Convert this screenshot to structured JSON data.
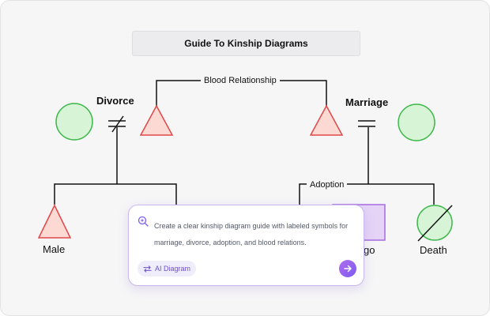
{
  "title": "Guide To Kinship Diagrams",
  "labels": {
    "divorce": "Divorce",
    "marriage": "Marriage",
    "blood_relationship": "Blood Relationship",
    "adoption": "Adoption",
    "male": "Male",
    "go_partial": "go",
    "death": "Death"
  },
  "prompt": {
    "text": "Create a clear kinship diagram guide with labeled symbols for marriage, divorce, adoption, and blood relations.",
    "ai_button": "AI Diagram",
    "icons": {
      "prompt": "sparkle-search-icon",
      "ai_button": "swap-arrows-icon",
      "send": "arrow-right-icon"
    }
  },
  "colors": {
    "male_fill": "#fcd9d2",
    "male_stroke": "#e0484a",
    "female_fill": "#d7f5d6",
    "female_stroke": "#3fb84c",
    "adopted_fill": "#e6d4f7",
    "adopted_stroke": "#a66be0",
    "line": "#111111",
    "accent": "#7b5cf0"
  }
}
